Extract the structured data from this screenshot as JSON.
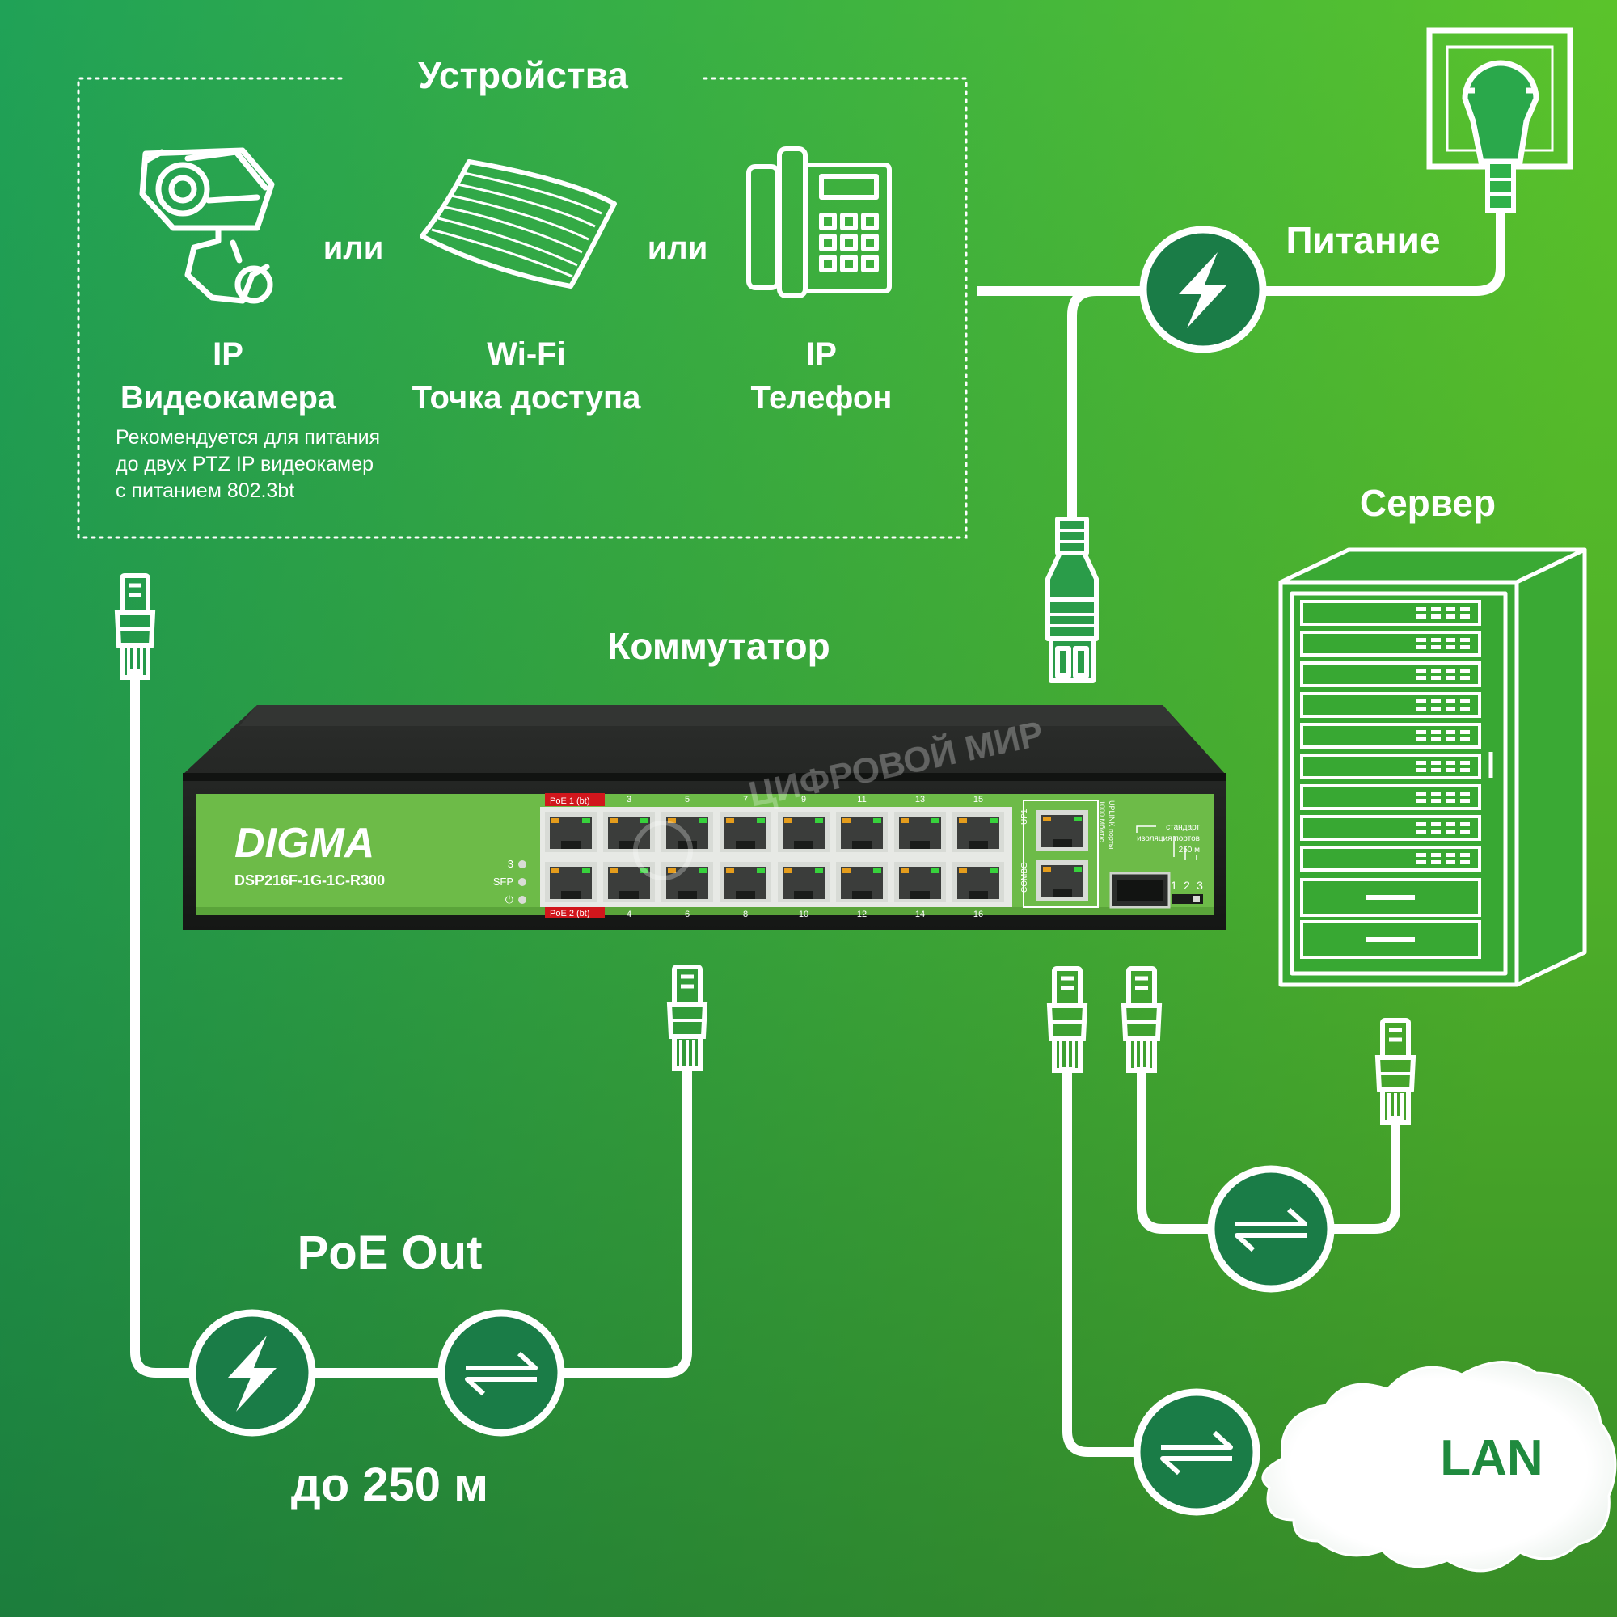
{
  "colors": {
    "background_top_left": "#21a35a",
    "background_top_right": "#58c22b",
    "background_bottom_left": "#147a3c",
    "background_bottom_right": "#3a9128",
    "line": "#ffffff",
    "badge_fill": "#1a7c47",
    "switch_panel": "#6dbb48",
    "switch_body": "#1f211f",
    "lan_text": "#1f8a3e",
    "poe_tag": "#d1161c"
  },
  "devices": {
    "title": "Устройства",
    "or_1": "или",
    "or_2": "или",
    "camera": {
      "line1": "IP",
      "line2": "Видеокамера",
      "icon": "security-camera-icon"
    },
    "access_point": {
      "line1": "Wi-Fi",
      "line2": "Точка доступа",
      "icon": "wifi-access-point-icon"
    },
    "phone": {
      "line1": "IP",
      "line2": "Телефон",
      "icon": "ip-phone-icon"
    },
    "note": [
      "Рекомендуется для питания",
      "до двух PTZ IP видеокамер",
      "с питанием 802.3bt"
    ]
  },
  "switch": {
    "title": "Коммутатор",
    "brand": "DIGMA",
    "model": "DSP216F-1G-1C-R300",
    "indicators": [
      "3",
      "SFP",
      "⏻"
    ],
    "poe_tags": [
      "PoE 1 (bt)",
      "PoE 2 (bt)"
    ],
    "top_port_numbers": [
      "3",
      "5",
      "7",
      "9",
      "11",
      "13",
      "15"
    ],
    "bottom_port_numbers": [
      "4",
      "6",
      "8",
      "10",
      "12",
      "14",
      "16"
    ],
    "uplink_labels": [
      "UP1",
      "COMBO"
    ],
    "uplink_note": [
      "UPLINK порты",
      "1000 Мбит/с"
    ],
    "mode_note": [
      "стандарт",
      "изоляция портов",
      "250 м"
    ],
    "dip_numbers": [
      "1",
      "2",
      "3"
    ],
    "watermark": "ЦИФРОВОЙ МИР"
  },
  "power": {
    "label": "Питание",
    "icon": "lightning-icon"
  },
  "server": {
    "label": "Сервер",
    "icon": "server-rack-icon"
  },
  "poe_out": {
    "label": "PoE Out",
    "distance": "до 250 м"
  },
  "lan": {
    "label": "LAN",
    "icon": "cloud-icon"
  },
  "icons": {
    "exchange": "data-exchange-icon",
    "outlet": "power-outlet-icon",
    "connector": "rj45-plug-icon"
  }
}
